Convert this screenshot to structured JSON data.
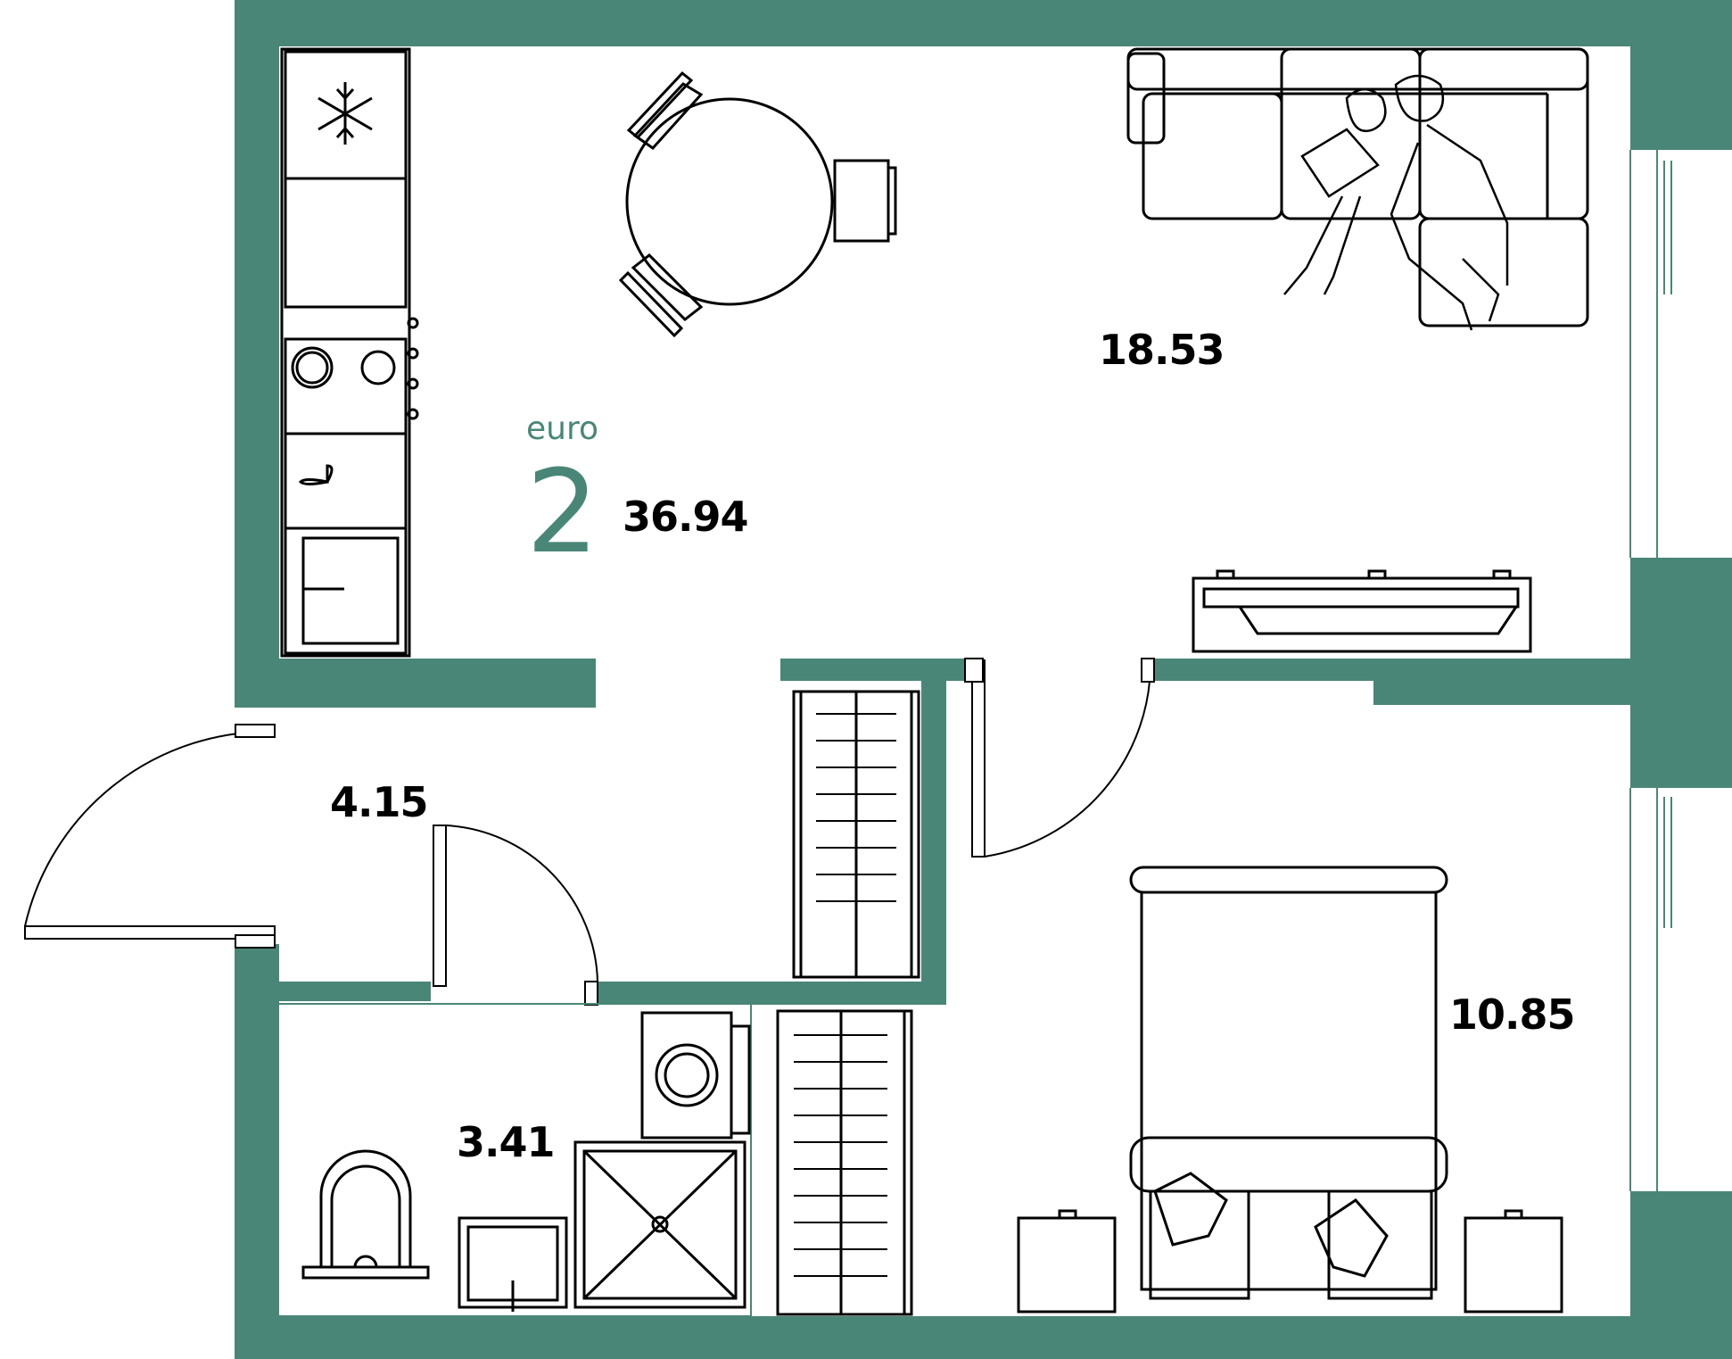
{
  "plan": {
    "type_label": "euro",
    "rooms_count": "2",
    "total_area": "36.94",
    "rooms": [
      {
        "key": "living_kitchen",
        "area": "18.53"
      },
      {
        "key": "hallway",
        "area": "4.15"
      },
      {
        "key": "bathroom",
        "area": "3.41"
      },
      {
        "key": "bedroom",
        "area": "10.85"
      }
    ]
  },
  "colors": {
    "wall": "#4a8677",
    "line": "#000000",
    "accent": "#4a8677"
  }
}
